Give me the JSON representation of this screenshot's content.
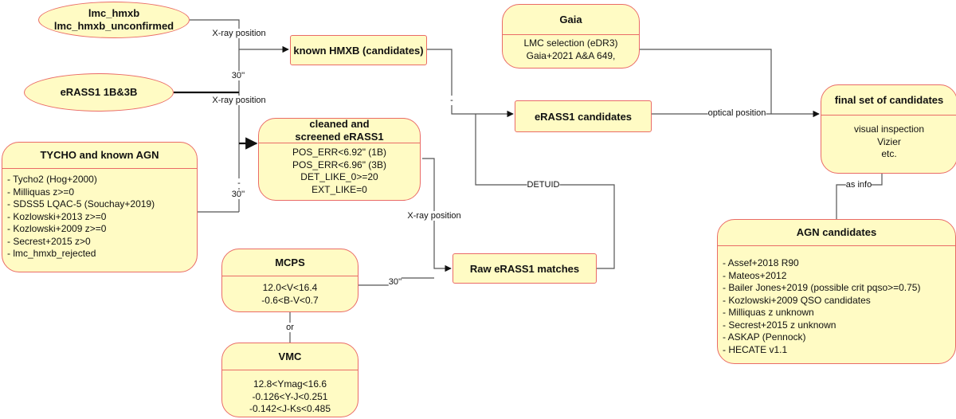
{
  "nodes": {
    "lmc_hmxb": {
      "lines": [
        "lmc_hmxb",
        "lmc_hmxb_unconfirmed"
      ]
    },
    "erass1_1b3b": {
      "label": "eRASS1 1B&3B"
    },
    "tycho": {
      "title": "TYCHO and known AGN",
      "items": [
        "- Tycho2 (Hog+2000)",
        "- Milliquas z>=0",
        "- SDSS5 LQAC-5 (Souchay+2019)",
        "- Kozlowski+2013 z>=0",
        "- Kozlowski+2009 z>=0",
        "- Secrest+2015 z>0",
        "- lmc_hmxb_rejected"
      ]
    },
    "known_hmxb": {
      "label": "known HMXB (candidates)"
    },
    "cleaned": {
      "title": [
        "cleaned and",
        "screened eRASS1"
      ],
      "items": [
        "POS_ERR<6.92\" (1B)",
        "POS_ERR<6.96\" (3B)",
        "DET_LIKE_0>=20",
        "EXT_LIKE=0"
      ]
    },
    "gaia": {
      "title": "Gaia",
      "items": [
        "LMC selection (eDR3)",
        "Gaia+2021 A&A 649,"
      ]
    },
    "erass1_candidates": {
      "label": "eRASS1 candidates"
    },
    "final": {
      "title": "final set of candidates",
      "items": [
        "visual inspection",
        "Vizier",
        "etc."
      ]
    },
    "mcps": {
      "title": "MCPS",
      "items": [
        "12.0<V<16.4",
        "-0.6<B-V<0.7"
      ]
    },
    "vmc": {
      "title": "VMC",
      "items": [
        "12.8<Ymag<16.6",
        "-0.126<Y-J<0.251",
        "-0.142<J-Ks<0.485"
      ]
    },
    "raw": {
      "label": "Raw eRASS1 matches"
    },
    "agn": {
      "title": "AGN candidates",
      "items": [
        "- Assef+2018 R90",
        "- Mateos+2012",
        "- Bailer Jones+2019 (possible crit pqso>=0.75)",
        "- Kozlowski+2009 QSO candidates",
        "- Milliquas z unknown",
        "- Secrest+2015 z unknown",
        "- ASKAP (Pennock)",
        "- HECATE v1.1"
      ]
    }
  },
  "edge_labels": {
    "xray1": "X-ray position",
    "arcsec1": "30''",
    "xray2": "X-ray position",
    "dash1": "-",
    "arcsec2": "30''",
    "dash2": "-",
    "xray3": "X-ray position",
    "arcsec3": "30''",
    "or": "or",
    "detuid": "DETUID",
    "optical": "optical position",
    "asinfo": "as info"
  },
  "colors": {
    "fill": "#fffbc4",
    "stroke": "#ea6b66",
    "edge": "#555555"
  }
}
